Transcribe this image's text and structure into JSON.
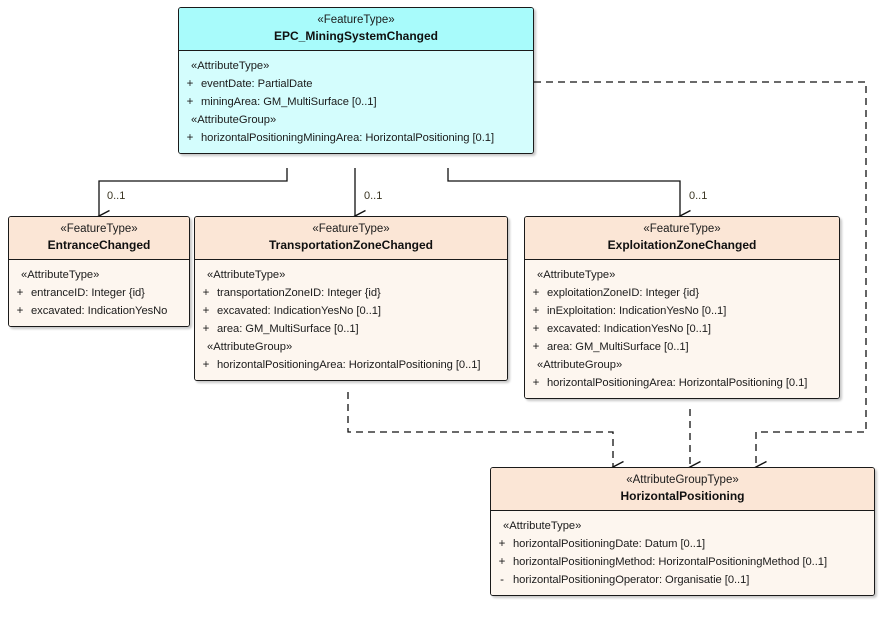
{
  "diagram": {
    "title": "EPC_MiningSystemChanged UML class diagram",
    "colors": {
      "cyan_header": "#a8fbfb",
      "cyan_body": "#d4fdfd",
      "peach_header": "#fbe6d6",
      "peach_body": "#fdf6ef",
      "border": "#1a1a1a",
      "label_text": "#3a3522"
    }
  },
  "classes": [
    {
      "id": "epc-miningsystemchanged",
      "stereotype": "«FeatureType»",
      "name": "EPC_MiningSystemChanged",
      "sections": [
        {
          "label": "«AttributeType»",
          "attributes": [
            {
              "visibility": "+",
              "text": "eventDate: PartialDate"
            },
            {
              "visibility": "+",
              "text": "miningArea: GM_MultiSurface [0..1]"
            }
          ]
        },
        {
          "label": "«AttributeGroup»",
          "attributes": [
            {
              "visibility": "+",
              "text": "horizontalPositioningMiningArea: HorizontalPositioning [0.1]"
            }
          ]
        }
      ]
    },
    {
      "id": "entrancechanged",
      "stereotype": "«FeatureType»",
      "name": "EntranceChanged",
      "sections": [
        {
          "label": "«AttributeType»",
          "attributes": [
            {
              "visibility": "+",
              "text": "entranceID: Integer {id}"
            },
            {
              "visibility": "+",
              "text": "excavated: IndicationYesNo"
            }
          ]
        }
      ]
    },
    {
      "id": "transportationzonechanged",
      "stereotype": "«FeatureType»",
      "name": "TransportationZoneChanged",
      "sections": [
        {
          "label": "«AttributeType»",
          "attributes": [
            {
              "visibility": "+",
              "text": "transportationZoneID: Integer {id}"
            },
            {
              "visibility": "+",
              "text": "excavated: IndicationYesNo [0..1]"
            },
            {
              "visibility": "+",
              "text": "area: GM_MultiSurface [0..1]"
            }
          ]
        },
        {
          "label": "«AttributeGroup»",
          "attributes": [
            {
              "visibility": "+",
              "text": "horizontalPositioningArea: HorizontalPositioning [0..1]"
            }
          ]
        }
      ]
    },
    {
      "id": "exploitationzonechanged",
      "stereotype": "«FeatureType»",
      "name": "ExploitationZoneChanged",
      "sections": [
        {
          "label": "«AttributeType»",
          "attributes": [
            {
              "visibility": "+",
              "text": "exploitationZoneID: Integer {id}"
            },
            {
              "visibility": "+",
              "text": "inExploitation: IndicationYesNo [0..1]"
            },
            {
              "visibility": "+",
              "text": "excavated: IndicationYesNo [0..1]"
            },
            {
              "visibility": "+",
              "text": "area: GM_MultiSurface [0..1]"
            }
          ]
        },
        {
          "label": "«AttributeGroup»",
          "attributes": [
            {
              "visibility": "+",
              "text": "horizontalPositioningArea: HorizontalPositioning [0.1]"
            }
          ]
        }
      ]
    },
    {
      "id": "horizontalpositioning",
      "stereotype": "«AttributeGroupType»",
      "name": "HorizontalPositioning",
      "sections": [
        {
          "label": "«AttributeType»",
          "attributes": [
            {
              "visibility": "+",
              "text": "horizontalPositioningDate: Datum [0..1]"
            },
            {
              "visibility": "+",
              "text": "horizontalPositioningMethod: HorizontalPositioningMethod [0..1]"
            },
            {
              "visibility": "-",
              "text": "horizontalPositioningOperator: Organisatie [0..1]"
            }
          ]
        }
      ]
    }
  ],
  "associations": [
    {
      "id": "assoc-entrance",
      "from": "epc-miningsystemchanged",
      "to": "entrancechanged",
      "multiplicity": "0..1",
      "style": "solid"
    },
    {
      "id": "assoc-transportationzone",
      "from": "epc-miningsystemchanged",
      "to": "transportationzonechanged",
      "multiplicity": "0..1",
      "style": "solid"
    },
    {
      "id": "assoc-exploitationzone",
      "from": "epc-miningsystemchanged",
      "to": "exploitationzonechanged",
      "multiplicity": "0..1",
      "style": "solid"
    },
    {
      "id": "dep-transportationzone-hp",
      "from": "transportationzonechanged",
      "to": "horizontalpositioning",
      "multiplicity": "",
      "style": "dashed"
    },
    {
      "id": "dep-exploitationzone-hp",
      "from": "exploitationzonechanged",
      "to": "horizontalpositioning",
      "multiplicity": "",
      "style": "dashed"
    },
    {
      "id": "dep-miningsystem-hp",
      "from": "epc-miningsystemchanged",
      "to": "horizontalpositioning",
      "multiplicity": "",
      "style": "dashed"
    }
  ]
}
